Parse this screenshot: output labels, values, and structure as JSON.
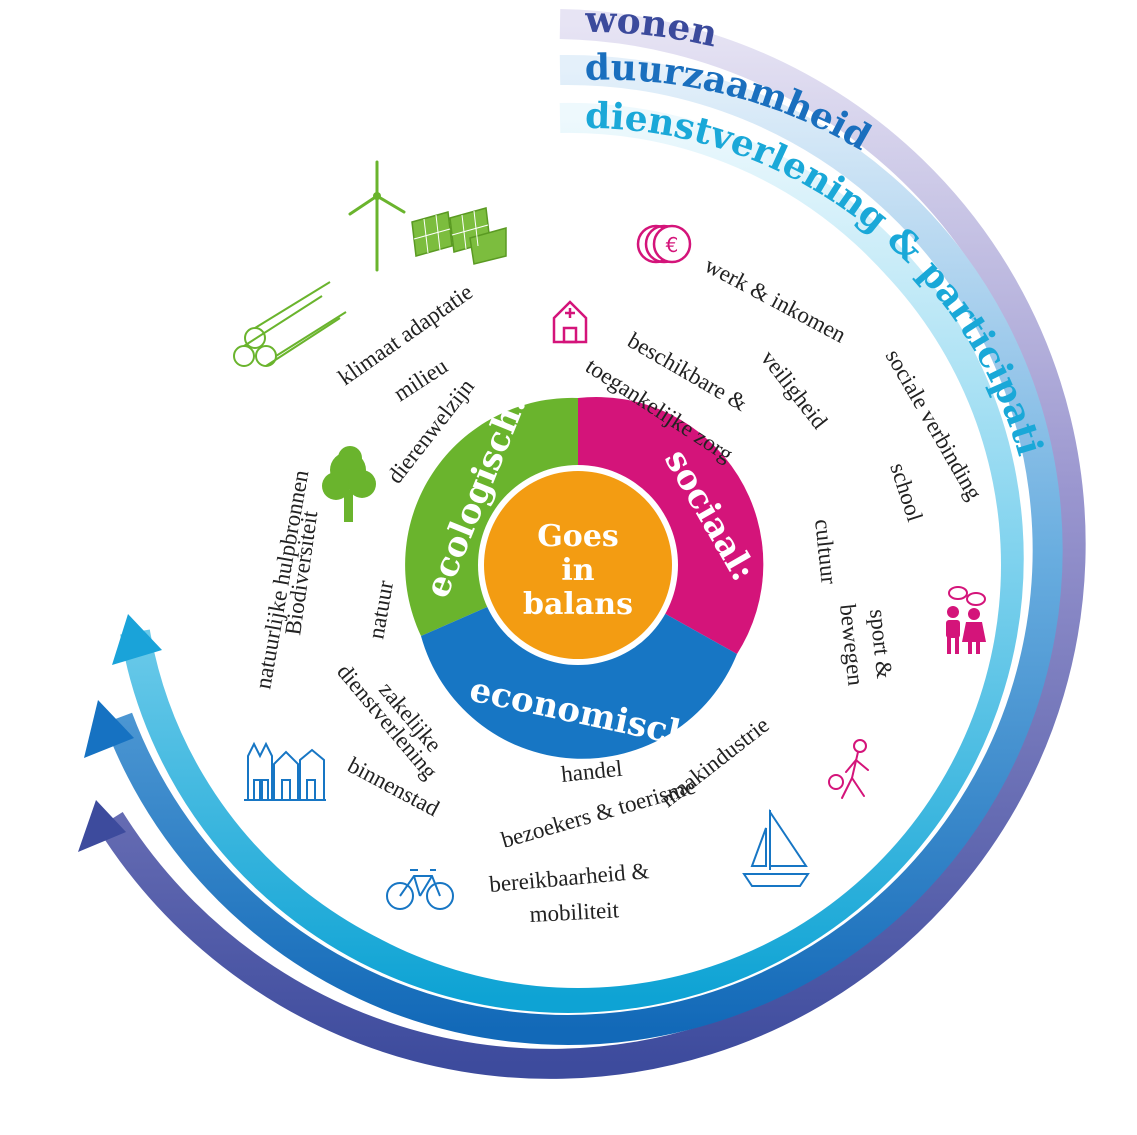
{
  "rings": {
    "outer_labels": [
      {
        "text": "wonen",
        "color": "#3b4a9c"
      },
      {
        "text": "duurzaamheid",
        "color": "#1a6fbe"
      },
      {
        "text": "dienstverlening & participatie",
        "color": "#1aa8d8"
      }
    ]
  },
  "center": {
    "line1": "Goes",
    "line2": "in",
    "line3": "balans",
    "color": "#f39c12"
  },
  "segments": {
    "ecologisch": {
      "label": "ecologisch:",
      "color": "#6ab42d"
    },
    "sociaal": {
      "label": "sociaal:",
      "color": "#d4147a"
    },
    "economisch": {
      "label": "economisch:",
      "color": "#1776c4"
    }
  },
  "ecological_items": [
    "klimaat adaptatie",
    "milieu",
    "dierenwelzijn",
    "natuurlijke hulpbronnen",
    "Biodiversiteit",
    "natuur"
  ],
  "social_items": [
    "werk & inkomen",
    "beschikbare &",
    "toegankelijke zorg",
    "veiligheid",
    "sociale verbinding",
    "school",
    "cultuur",
    "sport &",
    "bewegen"
  ],
  "economic_items": [
    "zakelijke",
    "dienstverlening",
    "binnenstad",
    "handel",
    "maakindustrie",
    "bezoekers & toerisme",
    "bereikbaarheid &",
    "mobiliteit"
  ],
  "icons": [
    "wind-turbine-icon",
    "solar-panels-icon",
    "logs-icon",
    "tree-icon",
    "euro-coins-icon",
    "hospital-icon",
    "people-talking-icon",
    "person-playing-icon",
    "sailboat-icon",
    "bicycle-icon",
    "houses-icon"
  ]
}
